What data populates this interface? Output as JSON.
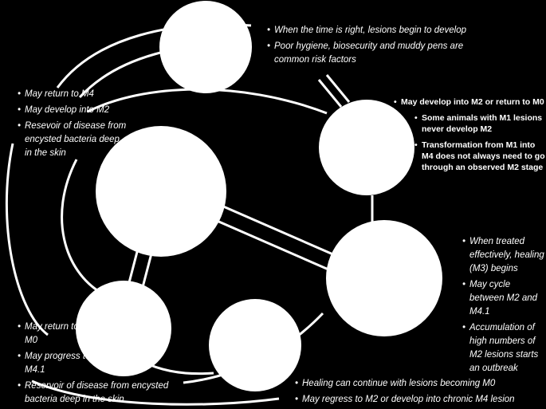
{
  "notes": {
    "m0": [
      "When the time is right, lesions begin to develop",
      "Poor hygiene, biosecurity and muddy pens are common risk factors"
    ],
    "m4": [
      "May return to M4",
      "May develop into M2",
      "Resevoir of disease from encysted bacteria deep in the skin"
    ],
    "m1_main": "May develop into M2 or return to M0",
    "m1_sub": [
      "Some animals with M1 lesions never develop M2",
      "Transformation from M1 into M4 does not always need to go through an observed M2 stage"
    ],
    "m2": [
      "When treated effectively, healing (M3) begins",
      "May cycle between M2 and M4.1",
      "Accumulation of high numbers of M2 lesions starts an outbreak"
    ],
    "m41": [
      "May return to M0",
      "May progress to M4.1",
      "Reservoir of disease from encysted bacteria deep in the skin"
    ],
    "m3": [
      "Healing can continue with lesions becoming M0",
      "May regress to M2 or develop into chronic M4 lesion"
    ]
  }
}
